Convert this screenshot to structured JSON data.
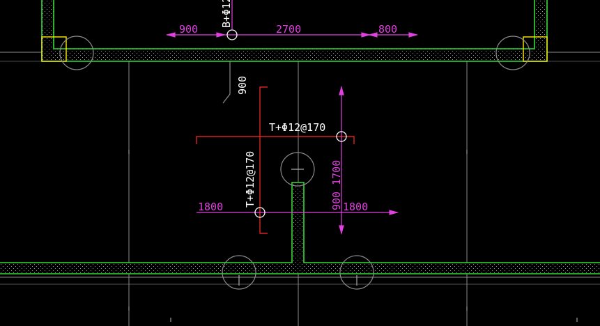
{
  "colors": {
    "background": "#000000",
    "wall": "#33dd33",
    "grid": "#8c8c8c",
    "dimension": "#e040e0",
    "rebar": "#ff2a2a",
    "text": "#ffffff",
    "corner": "#ffee00"
  },
  "labels": {
    "top_rebar": "B+Φ12",
    "rebar_horizontal": "T+Φ12@170",
    "rebar_vertical": "T+Φ12@170"
  },
  "dimensions": {
    "top_left": "900",
    "top_middle": "2700",
    "top_right": "800",
    "left_vertical": "900",
    "right_vertical": "900  1700",
    "mid_left": "1800",
    "mid_right": "1800"
  }
}
